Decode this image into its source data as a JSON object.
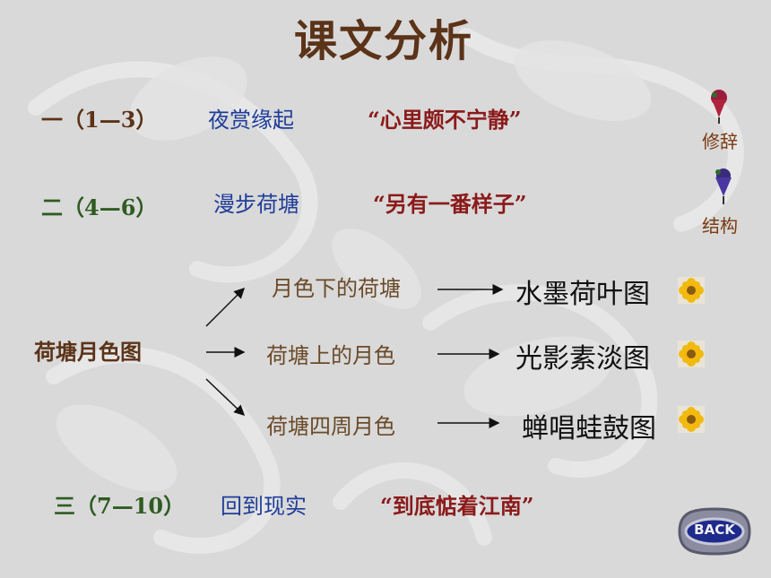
{
  "title": "课文分析",
  "sections": [
    {
      "num": "一（1—3）",
      "name": "夜赏缘起",
      "quote": "“心里颇不宁静”"
    },
    {
      "num": "二（4—6）",
      "name": "漫步荷塘",
      "quote": "“另有一番样子”"
    },
    {
      "num": "三（7—10）",
      "name": "回到现实",
      "quote": "“到底惦着江南”"
    }
  ],
  "side": {
    "rhetoric": "修辞",
    "structure": "结构"
  },
  "diagram": {
    "root": "荷塘月色图",
    "branches": [
      {
        "label": "月色下的荷塘",
        "result": "水墨荷叶图"
      },
      {
        "label": "荷塘上的月色",
        "result": "光影素淡图"
      },
      {
        "label": "荷塘四周月色",
        "result": "蝉唱蛙鼓图"
      }
    ]
  },
  "back_label": "BACK",
  "colors": {
    "title": "#5b3318",
    "section_blue": "#1f3d99",
    "quote_red": "#8b1a1a",
    "background": "#d9d9d9"
  }
}
